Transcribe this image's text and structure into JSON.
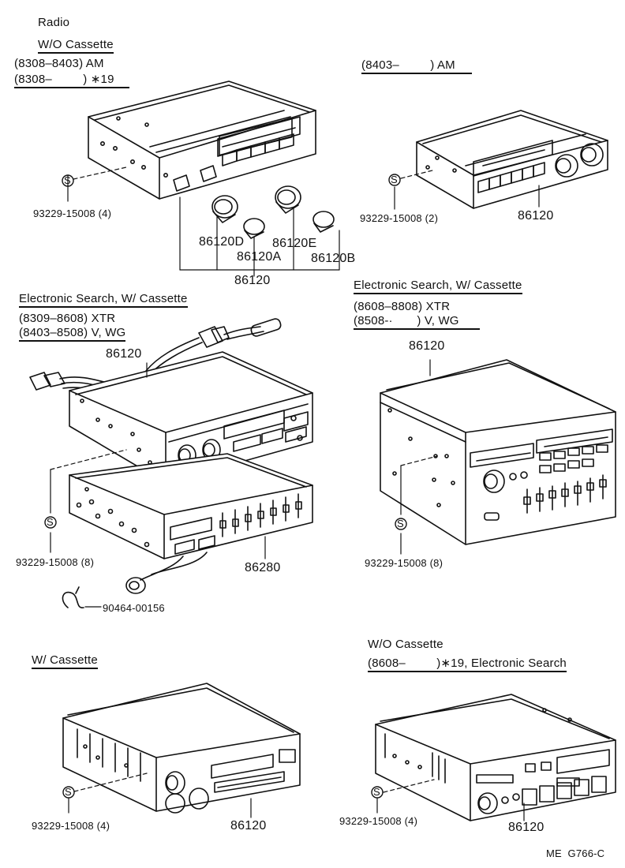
{
  "panel1": {
    "title": "Radio",
    "subtitle": "W/O Cassette",
    "cond1": "(8308–8403) AM",
    "cond2": "(8308–         ) ∗19",
    "screw": "93229-15008 (4)",
    "knob_d": "86120D",
    "knob_e": "86120E",
    "knob_a": "86120A",
    "knob_b": "86120B",
    "assembly": "86120"
  },
  "panel2": {
    "cond1": "(8403–         ) AM",
    "screw": "93229-15008 (2)",
    "assembly": "86120"
  },
  "panel3": {
    "title": "Electronic Search, W/ Cassette",
    "cond1": "(8309–8608) XTR",
    "cond2": "(8403–8508) V, WG",
    "radio": "86120",
    "screw": "93229-15008 (8)",
    "equalizer": "86280",
    "clip": "90464-00156"
  },
  "panel4": {
    "title": "Electronic Search, W/ Cassette",
    "cond1": "(8608–8808) XTR",
    "cond2": "(8508-·       ) V, WG",
    "radio": "86120",
    "screw": "93229-15008 (8)"
  },
  "panel5": {
    "title": "W/ Cassette",
    "screw": "93229-15008 (4)",
    "radio": "86120"
  },
  "panel6": {
    "title": "W/O Cassette",
    "cond1": "(8608–         )∗19, Electronic Search",
    "screw": "93229-15008 (4)",
    "radio": "86120"
  },
  "footer": {
    "code": "ME  G766-C"
  },
  "screw_symbol": "S"
}
